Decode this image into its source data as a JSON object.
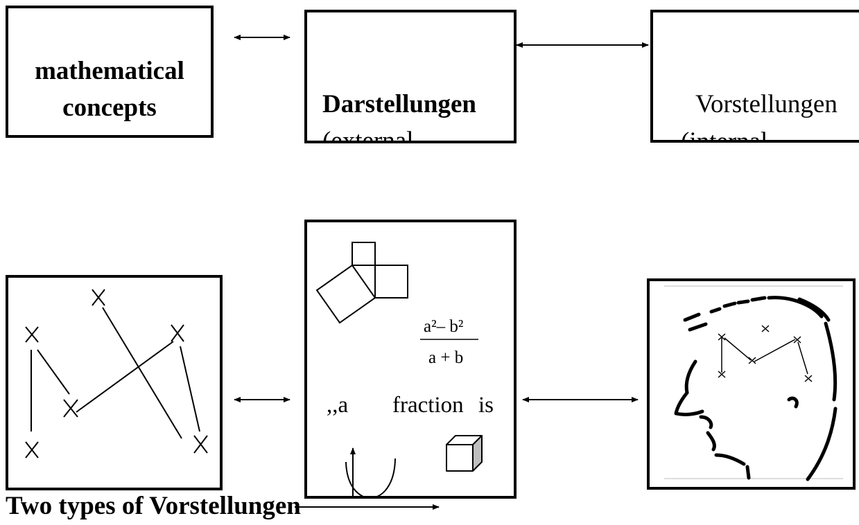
{
  "top_row": {
    "concepts_box": {
      "line1": "mathematical",
      "line2": "concepts"
    },
    "darstellungen_box": {
      "title": "Darstellungen",
      "subtitle": "(external"
    },
    "vorstellungen_box": {
      "title": "Vorstellungen",
      "subtitle": "(internal"
    }
  },
  "bottom_row": {
    "representations_box": {
      "formula_numerator": "a²– b²",
      "formula_denominator": "a + b",
      "quote_word_1": ",,a",
      "quote_word_2": "fraction",
      "quote_word_3": "is"
    }
  },
  "caption": "Two types of Vorstellungen",
  "icons": [
    "cross-mark-icon",
    "bidirectional-arrow-icon",
    "pythagoras-figure-icon",
    "cube-icon",
    "parabola-graph-icon",
    "head-silhouette-icon"
  ],
  "colors": {
    "stroke": "#000000",
    "background": "#ffffff",
    "cube_shade": "#bfbfbf"
  }
}
